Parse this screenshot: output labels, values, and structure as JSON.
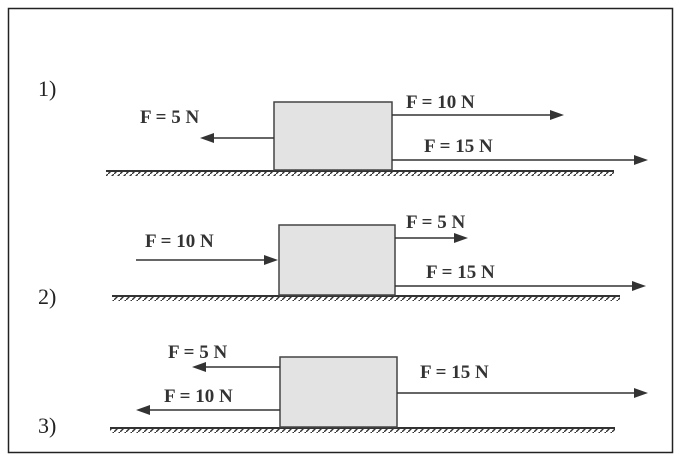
{
  "colors": {
    "frame": "#222222",
    "ink": "#333333",
    "block_fill": "#e3e3e3",
    "block_stroke": "#444444",
    "ground": "#333333"
  },
  "scenarios": [
    {
      "number": "1)",
      "forces": [
        {
          "label": "F = 5 N",
          "direction": "left"
        },
        {
          "label": "F = 10 N",
          "direction": "right"
        },
        {
          "label": "F = 15 N",
          "direction": "right"
        }
      ]
    },
    {
      "number": "2)",
      "forces": [
        {
          "label": "F = 10 N",
          "direction": "right"
        },
        {
          "label": "F = 5 N",
          "direction": "right"
        },
        {
          "label": "F = 15 N",
          "direction": "right"
        }
      ]
    },
    {
      "number": "3)",
      "forces": [
        {
          "label": "F = 5 N",
          "direction": "left"
        },
        {
          "label": "F = 10 N",
          "direction": "left"
        },
        {
          "label": "F = 15 N",
          "direction": "right"
        }
      ]
    }
  ]
}
